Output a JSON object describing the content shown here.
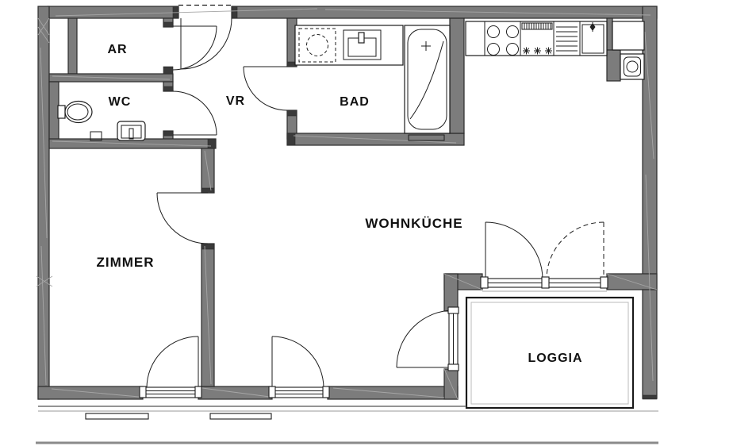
{
  "plan": {
    "type": "apartment-floor-plan",
    "rooms": [
      {
        "label": "AR"
      },
      {
        "label": "WC"
      },
      {
        "label": "VR"
      },
      {
        "label": "BAD"
      },
      {
        "label": "ZIMMER"
      },
      {
        "label": "WOHNKÜCHE"
      },
      {
        "label": "LOGGIA"
      }
    ],
    "fixtures": [
      "toilet",
      "wc-washbasin",
      "floor-drain",
      "washing-machine",
      "bathroom-washbasin",
      "bathtub",
      "cooktop-4-burners",
      "vent-hatch",
      "burner-marks",
      "dish-drainer",
      "kitchen-sink",
      "kitchen-tap",
      "refrigerator-cabinet",
      "boiler",
      "entrance-door-dashed",
      "interior-doors",
      "french-windows",
      "loggia-door",
      "loggia-double-door",
      "window-sills"
    ],
    "colors": {
      "wall_fill": "#7c7c7c",
      "wall_end_cap": "#3a3a3a",
      "line": "#1d1d1d",
      "light_line": "#a6a6a6",
      "background": "#ffffff"
    }
  }
}
